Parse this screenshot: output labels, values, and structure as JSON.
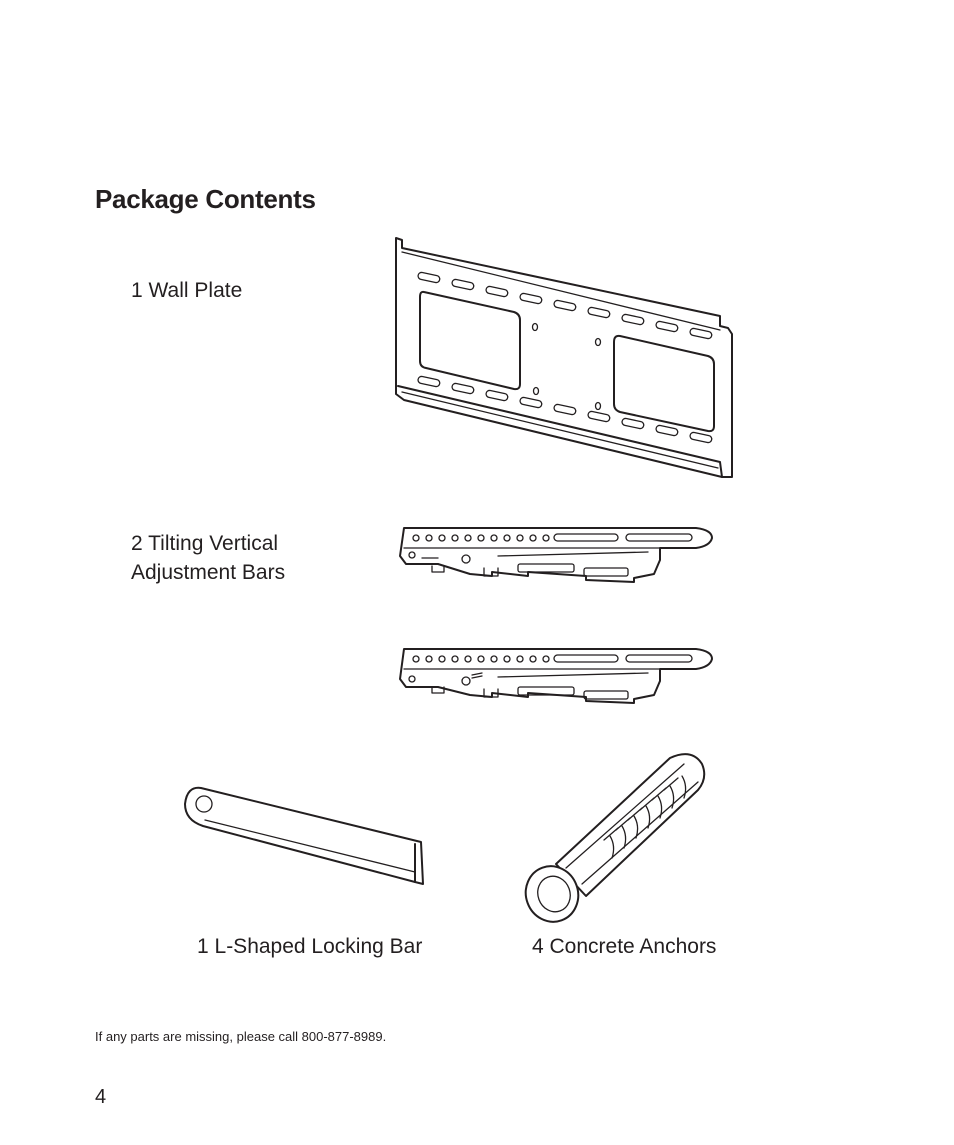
{
  "page": {
    "title": "Package Contents",
    "footer_note": "If any parts are missing, please call 800-877-8989.",
    "page_number": "4"
  },
  "items": {
    "wall_plate": "1 Wall Plate",
    "tilting_bars_line1": "2 Tilting Vertical",
    "tilting_bars_line2": "Adjustment Bars",
    "locking_bar": "1 L-Shaped Locking Bar",
    "anchors": "4 Concrete Anchors"
  }
}
